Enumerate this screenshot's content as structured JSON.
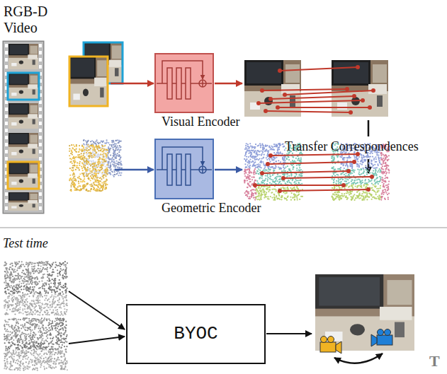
{
  "diagram": {
    "nodes": [
      {
        "text": [
          "RGB-D Video"
        ]
      },
      {
        "text": [
          "Visual Encoder"
        ]
      },
      {
        "text": [
          "Geometric Encoder"
        ]
      },
      {
        "text": [
          "BYOC"
        ]
      }
    ],
    "labels": [
      "Transfer Correspondences",
      "Test time",
      "T"
    ]
  }
}
